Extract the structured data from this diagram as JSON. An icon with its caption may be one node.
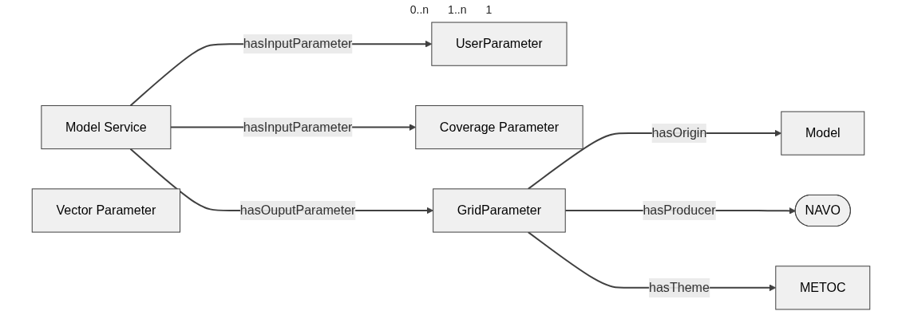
{
  "diagram": {
    "nodes": [
      {
        "text": [
          "UserParameter"
        ]
      },
      {
        "text": [
          "Model Service"
        ]
      },
      {
        "text": [
          "Coverage Parameter"
        ]
      },
      {
        "text": [
          "Vector Parameter"
        ]
      },
      {
        "text": [
          "GridParameter"
        ]
      },
      {
        "text": [
          "Model"
        ]
      },
      {
        "text": [
          "NAVO"
        ]
      },
      {
        "text": [
          "METOC"
        ]
      }
    ],
    "edges": [
      {
        "from": 1,
        "to": 0,
        "label": "hasInputParameter",
        "arrow": "to"
      },
      {
        "from": 1,
        "to": 2,
        "label": "hasInputParameter",
        "arrow": "to"
      },
      {
        "from": 1,
        "to": 4,
        "label": "hasOuputParameter",
        "arrow": "to"
      },
      {
        "from": 4,
        "to": 5,
        "label": "hasOrigin",
        "arrow": "to"
      },
      {
        "from": 4,
        "to": 6,
        "label": "hasProducer",
        "arrow": "to"
      },
      {
        "from": 4,
        "to": 7,
        "label": "hasTheme",
        "arrow": "to"
      }
    ],
    "labels": [
      "0..n",
      "1..n",
      "1"
    ]
  }
}
